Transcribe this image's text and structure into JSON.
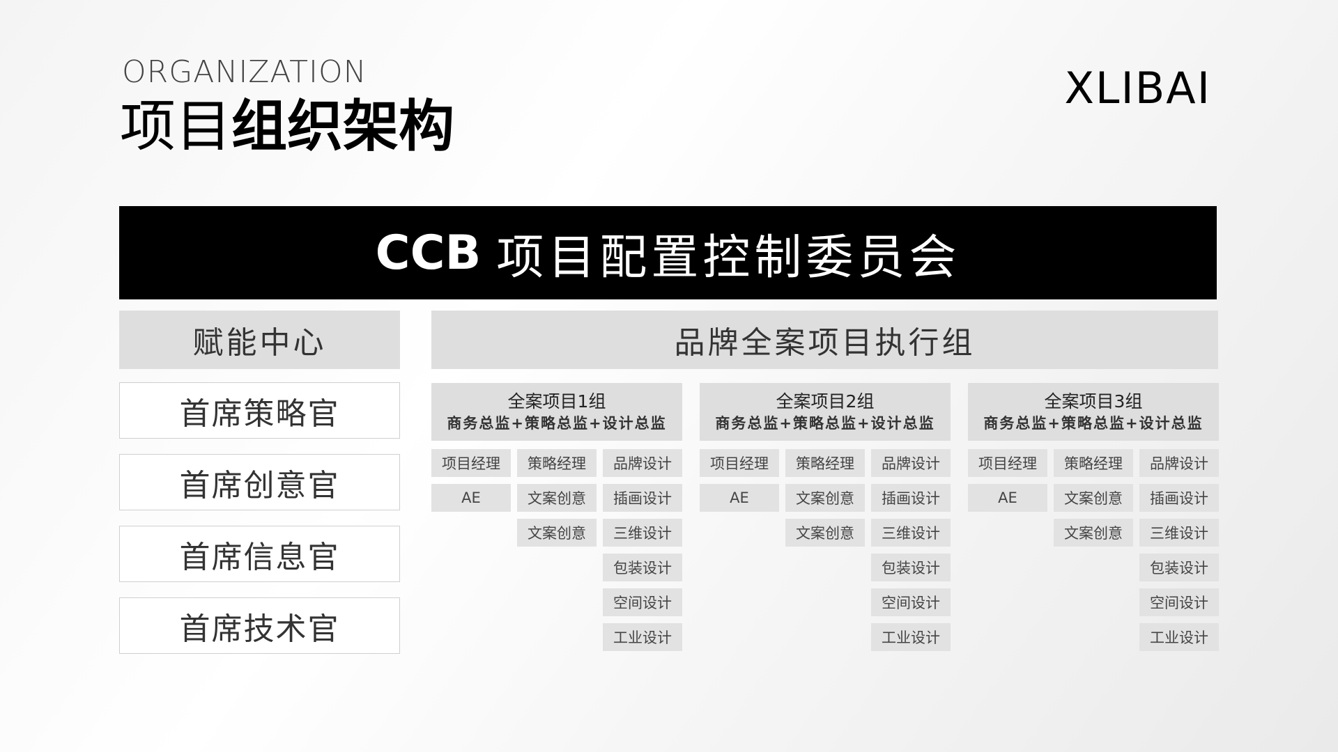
{
  "header": {
    "subtitle": "ORGANIZATION",
    "title_light": "项目",
    "title_bold": "组织架构",
    "logo": "XLIBAI"
  },
  "banner": {
    "bold": "CCB",
    "text": "项目配置控制委员会"
  },
  "left_column": {
    "title": "赋能中心",
    "items": [
      "首席策略官",
      "首席创意官",
      "首席信息官",
      "首席技术官"
    ]
  },
  "right_column": {
    "title": "品牌全案项目执行组",
    "groups": [
      {
        "name": "全案项目1组",
        "members": "商务总监+策略总监+设计总监",
        "col1": [
          "项目经理",
          "AE"
        ],
        "col2": [
          "策略经理",
          "文案创意",
          "文案创意"
        ],
        "col3": [
          "品牌设计",
          "插画设计",
          "三维设计",
          "包装设计",
          "空间设计",
          "工业设计"
        ]
      },
      {
        "name": "全案项目2组",
        "members": "商务总监+策略总监+设计总监",
        "col1": [
          "项目经理",
          "AE"
        ],
        "col2": [
          "策略经理",
          "文案创意",
          "文案创意"
        ],
        "col3": [
          "品牌设计",
          "插画设计",
          "三维设计",
          "包装设计",
          "空间设计",
          "工业设计"
        ]
      },
      {
        "name": "全案项目3组",
        "members": "商务总监+策略总监+设计总监",
        "col1": [
          "项目经理",
          "AE"
        ],
        "col2": [
          "策略经理",
          "文案创意",
          "文案创意"
        ],
        "col3": [
          "品牌设计",
          "插画设计",
          "三维设计",
          "包装设计",
          "空间设计",
          "工业设计"
        ]
      }
    ]
  }
}
